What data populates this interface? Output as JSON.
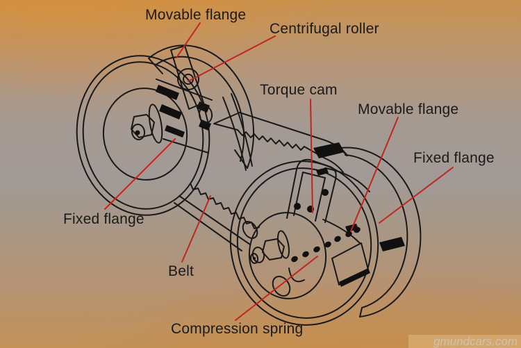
{
  "diagram": {
    "subject": "CVT pulley cutaway (primary and secondary sheaves with belt)",
    "labels": [
      {
        "id": "movable-flange-top",
        "text": "Movable flange"
      },
      {
        "id": "centrifugal-roller",
        "text": "Centrifugal roller"
      },
      {
        "id": "torque-cam",
        "text": "Torque cam"
      },
      {
        "id": "movable-flange-right",
        "text": "Movable flange"
      },
      {
        "id": "fixed-flange-right",
        "text": "Fixed flange"
      },
      {
        "id": "fixed-flange-left",
        "text": "Fixed flange"
      },
      {
        "id": "belt",
        "text": "Belt"
      },
      {
        "id": "compression-spring",
        "text": "Compression spring"
      }
    ]
  },
  "watermark": {
    "text": "gmundcars.com"
  },
  "colors": {
    "leader_line": "#c0251f",
    "line_art": "#181818",
    "label_text": "#1a1a1a",
    "background_top": "#cf9049",
    "background_mid": "#a59a93",
    "background_bottom": "#c29258"
  }
}
